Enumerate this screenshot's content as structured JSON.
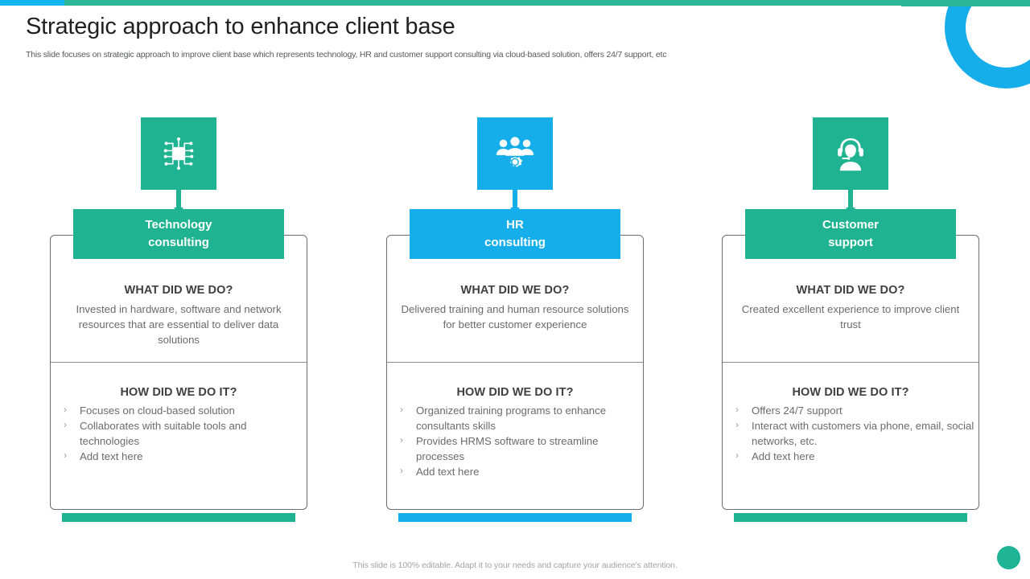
{
  "theme": {
    "green": "#20B392",
    "blue": "#16ADEB",
    "topbar_green": "#2BB795",
    "topbar_blue": "#15B7EF",
    "card_border": "#6d6e71",
    "text_dark": "#231f20",
    "text_body": "#6b6b6b"
  },
  "header": {
    "title": "Strategic approach to enhance client base",
    "subtitle": "This slide focuses on strategic approach to improve client base which represents technology, HR and customer support consulting via cloud-based solution, offers 24/7 support, etc"
  },
  "columns": [
    {
      "icon": "microchip-icon",
      "color": "#20B392",
      "banner_line1": "Technology",
      "banner_line2": "consulting",
      "what_title": "WHAT DID WE DO?",
      "what_body": "Invested in hardware, software and network resources that are essential to deliver data solutions",
      "how_title": "HOW DID WE DO IT?",
      "how_bullets": [
        "Focuses on cloud-based solution",
        "Collaborates with suitable tools and technologies",
        "Add text here"
      ]
    },
    {
      "icon": "team-gear-icon",
      "color": "#16ADEB",
      "banner_line1": "HR",
      "banner_line2": "consulting",
      "what_title": "WHAT DID WE DO?",
      "what_body": "Delivered training and human resource solutions for better customer experience",
      "how_title": "HOW DID WE DO IT?",
      "how_bullets": [
        "Organized training programs to enhance consultants  skills",
        "Provides HRMS software to streamline processes",
        "Add text here"
      ]
    },
    {
      "icon": "headset-support-icon",
      "color": "#20B392",
      "banner_line1": "Customer",
      "banner_line2": "support",
      "what_title": "WHAT DID WE DO?",
      "what_body": "Created excellent experience to improve client trust",
      "how_title": "HOW DID WE DO IT?",
      "how_bullets": [
        "Offers 24/7 support",
        "Interact with customers via phone, email, social networks, etc.",
        "Add text here"
      ]
    }
  ],
  "bullet_glyph": "›",
  "footer": {
    "note": "This slide is 100% editable. Adapt it to your needs and capture your audience's attention."
  }
}
